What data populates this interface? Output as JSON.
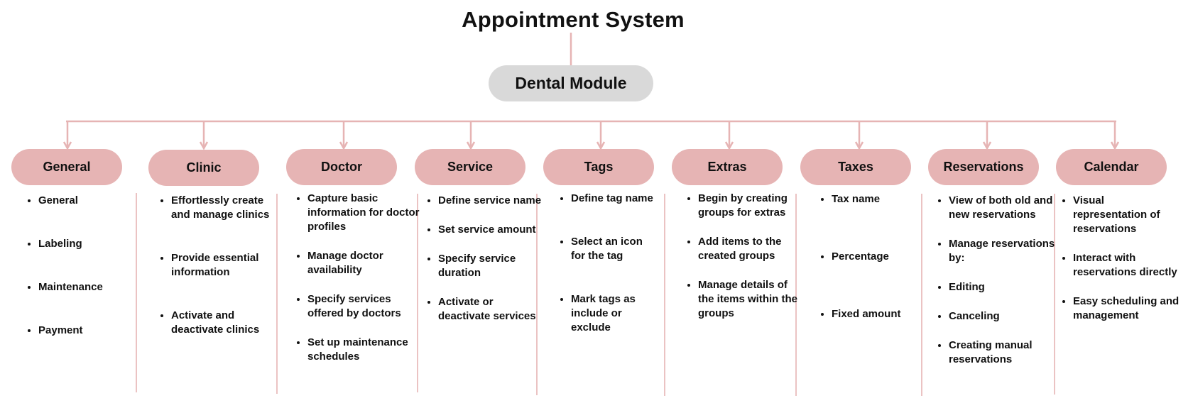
{
  "title": "Appointment System",
  "module": "Dental Module",
  "colors": {
    "line": "#e6b4b4",
    "category": "#e6b4b4",
    "module": "#d9d9d9"
  },
  "categories": [
    {
      "label": "General",
      "items": [
        "General",
        "Labeling",
        "Maintenance",
        "Payment"
      ]
    },
    {
      "label": "Clinic",
      "items": [
        "Effortlessly create and manage clinics",
        "Provide essential information",
        "Activate and deactivate clinics"
      ]
    },
    {
      "label": "Doctor",
      "items": [
        "Capture basic information for doctor profiles",
        "Manage doctor availability",
        "Specify services offered by doctors",
        "Set up maintenance schedules"
      ]
    },
    {
      "label": "Service",
      "items": [
        "Define service name",
        "Set service amount",
        "Specify service duration",
        "Activate or deactivate services"
      ]
    },
    {
      "label": "Tags",
      "items": [
        "Define tag name",
        "Select an icon for the tag",
        "Mark tags as include or exclude"
      ]
    },
    {
      "label": "Extras",
      "items": [
        "Begin by creating groups for extras",
        "Add items to the created groups",
        "Manage details of the items within the groups"
      ]
    },
    {
      "label": "Taxes",
      "items": [
        "Tax name",
        "Percentage",
        "Fixed amount"
      ]
    },
    {
      "label": "Reservations",
      "items": [
        "View of both old and new reservations",
        "Manage reservations by:",
        "Editing",
        "Canceling",
        "Creating manual reservations"
      ]
    },
    {
      "label": "Calendar",
      "items": [
        "Visual representation of reservations",
        "Interact with reservations directly",
        "Easy scheduling and management"
      ]
    }
  ]
}
